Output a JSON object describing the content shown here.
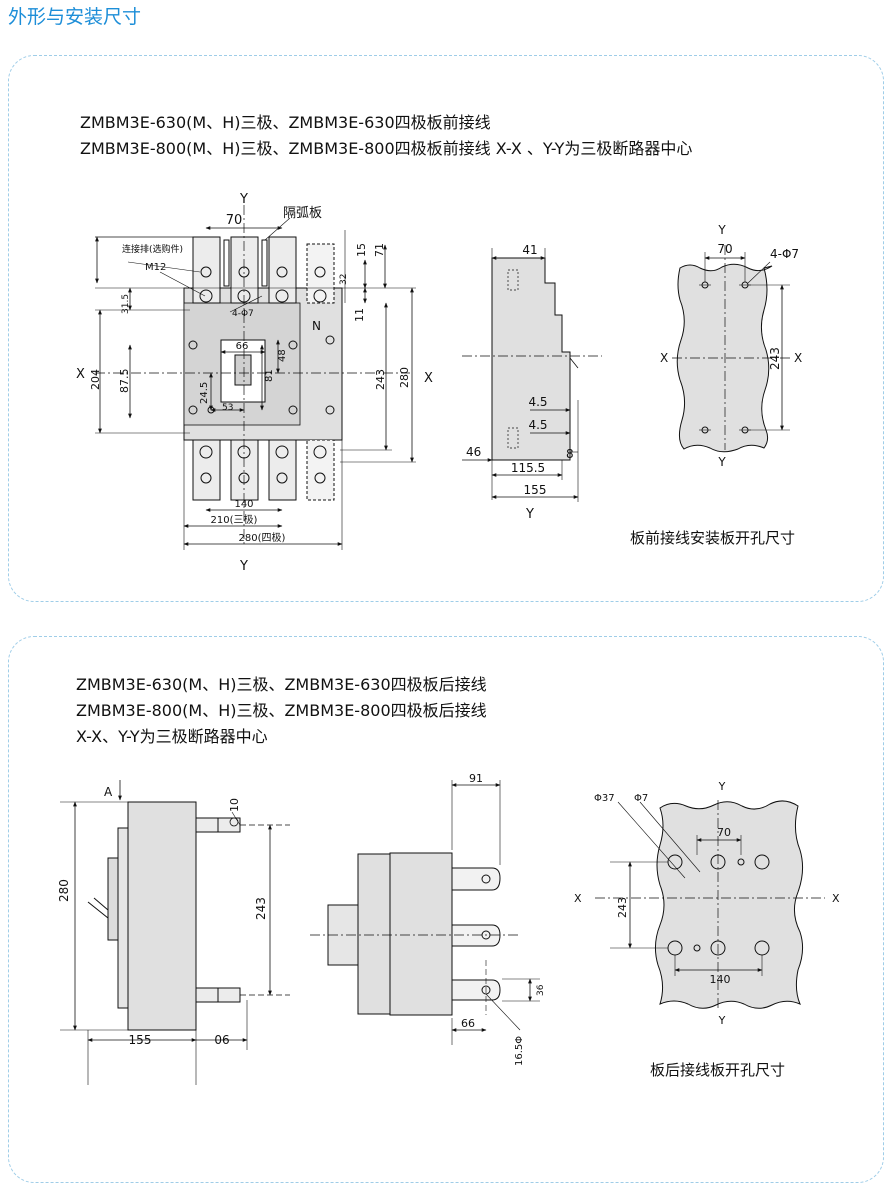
{
  "page_title": "外形与安装尺寸",
  "front": {
    "heading_line1": "ZMBM3E-630(M、H)三极、ZMBM3E-630四极板前接线",
    "heading_line2": "ZMBM3E-800(M、H)三极、ZMBM3E-800四极板前接线 X-X 、Y-Y为三极断路器中心",
    "front_view": {
      "y_top": "Y",
      "y_bottom": "Y",
      "x_left": "X",
      "x_right": "X",
      "arc_plate": "隔弧板",
      "connector_bar": "连接排(选购件)",
      "screw": "M12",
      "holes": "4-Φ7",
      "neutral": "N",
      "dims": {
        "d70": "70",
        "d15": "15",
        "d71": "71",
        "d32": "32",
        "d11": "11",
        "d31_5": "31.5",
        "d204": "204",
        "d87_5": "87.5",
        "d66": "66",
        "d48": "48",
        "d81": "81",
        "d24_5": "24.5",
        "d53": "53",
        "d243": "243",
        "d280": "280",
        "d140": "140",
        "d210": "210(三极)",
        "d280_4": "280(四极)"
      }
    },
    "side_view": {
      "y_bottom": "Y",
      "dims": {
        "d41": "41",
        "d4_5a": "4.5",
        "d4_5b": "4.5",
        "d46": "46",
        "d115_5": "115.5",
        "d8": "8",
        "d155": "155"
      }
    },
    "cutout": {
      "y_top": "Y",
      "y_bottom": "Y",
      "x_left": "X",
      "x_right": "X",
      "d70": "70",
      "holes": "4-Φ7",
      "d243": "243",
      "caption": "板前接线安装板开孔尺寸"
    }
  },
  "rear": {
    "heading_line1": "ZMBM3E-630(M、H)三极、ZMBM3E-630四极板后接线",
    "heading_line2": "ZMBM3E-800(M、H)三极、ZMBM3E-800四极板后接线",
    "heading_line3": "X-X、Y-Y为三极断路器中心",
    "side_view": {
      "label_a": "A",
      "d10": "10",
      "d280": "280",
      "d243": "243",
      "d155": "155",
      "d90": "06"
    },
    "top_view": {
      "d91": "91",
      "d36": "36",
      "d66": "66",
      "d16_5": "16.5Φ"
    },
    "cutout": {
      "y_top": "Y",
      "y_bottom": "Y",
      "x_left": "X",
      "x_right": "X",
      "phi37": "Φ37",
      "phi7": "Φ7",
      "d70": "70",
      "d243": "243",
      "d140": "140",
      "caption": "板后接线板开孔尺寸"
    }
  }
}
